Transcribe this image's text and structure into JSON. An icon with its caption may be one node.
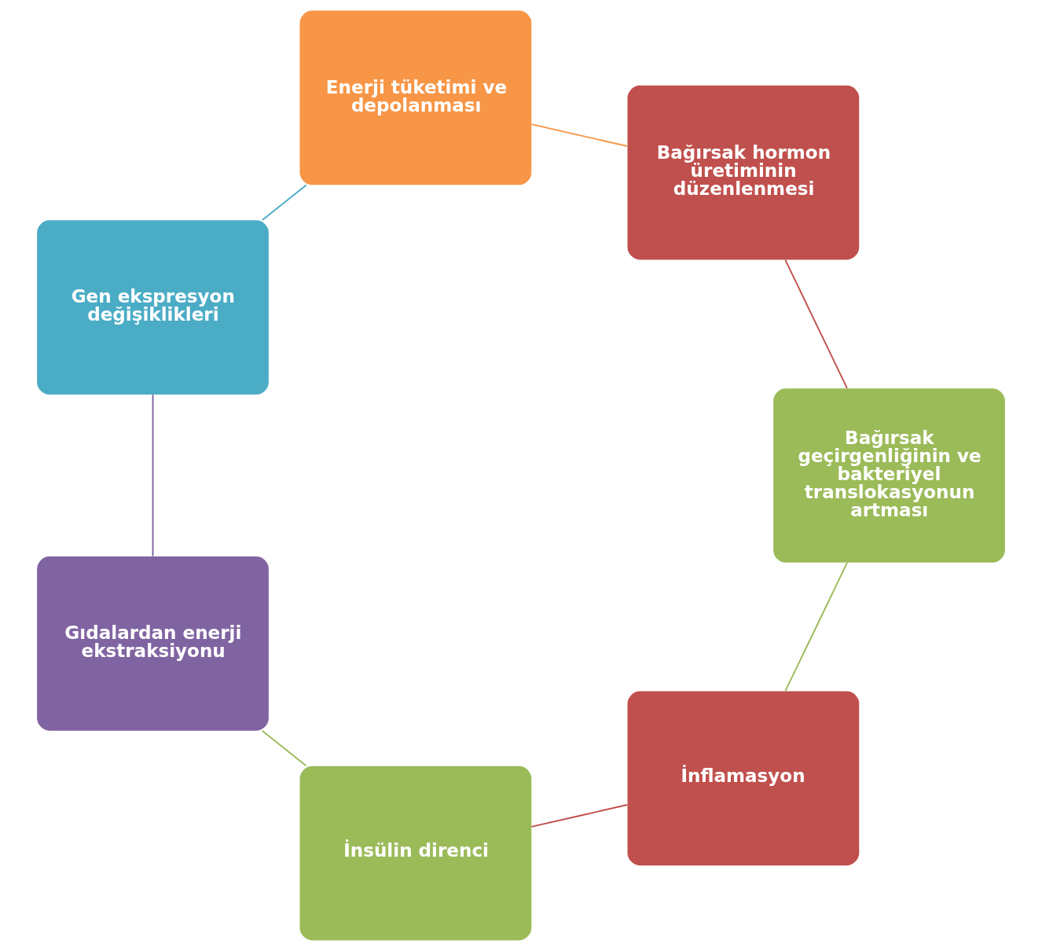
{
  "diagram": {
    "nodes": [
      {
        "text": [
          "İnflamasyon"
        ]
      },
      {
        "text": [
          "İnsülin direnci"
        ]
      },
      {
        "text": [
          "Gıdalardan enerji ekstraksiyonu"
        ]
      },
      {
        "text": [
          "Gen ekspresyon değişiklikleri"
        ]
      },
      {
        "text": [
          "Enerji tüketimi ve depolanması"
        ]
      },
      {
        "text": [
          "Bağırsak hormon üretiminin düzenlenmesi"
        ]
      },
      {
        "text": [
          "Bağırsak geçirgenliğinin ve bakteriyel translokasyonun artması"
        ]
      }
    ],
    "edges": [
      {
        "from": 0,
        "to": 1,
        "arrow": "none",
        "color": "#c0504d"
      },
      {
        "from": 1,
        "to": 2,
        "arrow": "none",
        "color": "#9bbb59"
      },
      {
        "from": 2,
        "to": 3,
        "arrow": "none",
        "color": "#8064a2"
      },
      {
        "from": 3,
        "to": 4,
        "arrow": "none",
        "color": "#4bacc6"
      },
      {
        "from": 4,
        "to": 5,
        "arrow": "none",
        "color": "#f79646"
      },
      {
        "from": 5,
        "to": 6,
        "arrow": "none",
        "color": "#c0504d"
      },
      {
        "from": 6,
        "to": 0,
        "arrow": "none",
        "color": "#9bbb59"
      }
    ]
  }
}
